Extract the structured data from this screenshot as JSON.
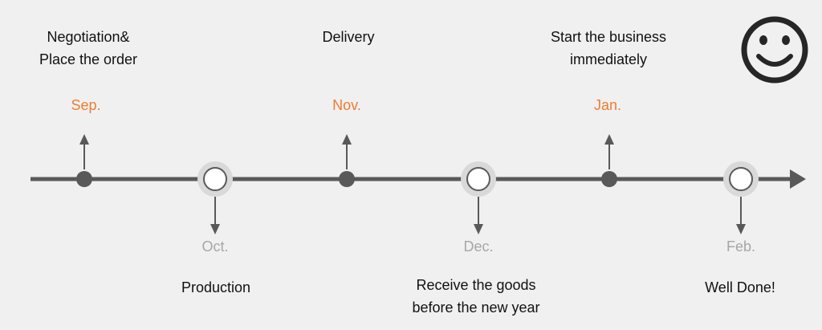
{
  "colors": {
    "background": "#f0f0f0",
    "axis": "#595959",
    "up_month": "#ed7d31",
    "down_month": "#a6a6a6",
    "ring": "#d9d9d9",
    "text": "#111111",
    "smiley": "#262626"
  },
  "icon": "smiley-face-icon",
  "milestones": [
    {
      "month": "Sep.",
      "label": [
        "Negotiation&",
        "Place the order"
      ],
      "side": "up"
    },
    {
      "month": "Oct.",
      "label": [
        "Production"
      ],
      "side": "down"
    },
    {
      "month": "Nov.",
      "label": [
        "Delivery"
      ],
      "side": "up"
    },
    {
      "month": "Dec.",
      "label": [
        "Receive the goods",
        "before the new year"
      ],
      "side": "down"
    },
    {
      "month": "Jan.",
      "label": [
        "Start the business",
        "immediately"
      ],
      "side": "up"
    },
    {
      "month": "Feb.",
      "label": [
        "Well Done!"
      ],
      "side": "down"
    }
  ]
}
